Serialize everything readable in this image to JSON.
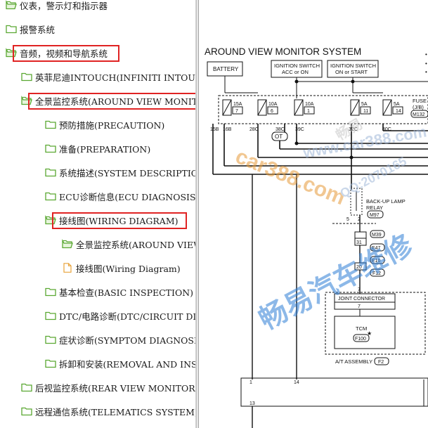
{
  "tree": {
    "items": [
      {
        "label": "仪表，警示灯和指示器",
        "level": 0,
        "icon": "folder-open-icon",
        "highlight": false
      },
      {
        "label": "报警系统",
        "level": 0,
        "icon": "folder-icon",
        "highlight": false
      },
      {
        "label": "音频，视频和导航系统",
        "level": 0,
        "icon": "folder-open-icon",
        "highlight": true
      },
      {
        "label": "英菲尼迪INTOUCH(INFINITI INTOUCH)",
        "level": 1,
        "icon": "folder-icon",
        "highlight": false
      },
      {
        "label": "全景监控系统(AROUND VIEW MONITOR SYSTEM)",
        "level": 1,
        "icon": "folder-open-icon",
        "highlight": true
      },
      {
        "label": "预防措施(PRECAUTION)",
        "level": 2,
        "icon": "folder-icon",
        "highlight": false
      },
      {
        "label": "准备(PREPARATION)",
        "level": 2,
        "icon": "folder-icon",
        "highlight": false
      },
      {
        "label": "系统描述(SYSTEM DESCRIPTION)",
        "level": 2,
        "icon": "folder-icon",
        "highlight": false
      },
      {
        "label": "ECU诊断信息(ECU DIAGNOSIS INFORMATION)",
        "level": 2,
        "icon": "folder-icon",
        "highlight": false
      },
      {
        "label": "接线图(WIRING DIAGRAM)",
        "level": 2,
        "icon": "folder-open-icon",
        "highlight": true
      },
      {
        "label": "全景监控系统(AROUND VIEW MONITOR SYSTEM)",
        "level": 3,
        "icon": "folder-open-icon",
        "highlight": false
      },
      {
        "label": "接线图(Wiring Diagram)",
        "level": 3,
        "icon": "document-icon",
        "highlight": false
      },
      {
        "label": "基本检查(BASIC INSPECTION)",
        "level": 2,
        "icon": "folder-icon",
        "highlight": false
      },
      {
        "label": "DTC/电路诊断(DTC/CIRCUIT DIAGNOSIS)",
        "level": 2,
        "icon": "folder-icon",
        "highlight": false
      },
      {
        "label": "症状诊断(SYMPTOM DIAGNOSIS)",
        "level": 2,
        "icon": "folder-icon",
        "highlight": false
      },
      {
        "label": "拆卸和安装(REMOVAL AND INSTALLATION)",
        "level": 2,
        "icon": "folder-icon",
        "highlight": false
      },
      {
        "label": "后视监控系统(REAR VIEW MONITOR SYSTEM)",
        "level": 1,
        "icon": "folder-icon",
        "highlight": false
      },
      {
        "label": "远程通信系统(TELEMATICS SYSTEM)",
        "level": 1,
        "icon": "folder-icon",
        "highlight": false
      }
    ]
  },
  "diagram": {
    "title": "AROUND VIEW MONITOR SYSTEM",
    "battery": "BATTERY",
    "ign1_line1": "IGNITION SWITCH",
    "ign1_line2": "ACC or ON",
    "ign2_line1": "IGNITION SWITCH",
    "ign2_line2": "ON or START",
    "fuse_label1": "FUSE",
    "fuse_label2": "(J/B)",
    "fuse_conn": "M132",
    "fuses": [
      {
        "amp": "15A",
        "num": "7"
      },
      {
        "amp": "10A",
        "num": "6"
      },
      {
        "amp": "10A",
        "num": "1"
      },
      {
        "amp": "5A",
        "num": "11"
      },
      {
        "amp": "5A",
        "num": "14"
      }
    ],
    "pins_top": [
      "15B",
      "16B",
      "28C",
      "38C",
      "39C",
      "32C",
      "30C"
    ],
    "ot": "OT",
    "relay_line1": "BACK-UP LAMP",
    "relay_line2": "RELAY",
    "relay_conn": "M97",
    "relay_pins": [
      "5",
      "2"
    ],
    "conn_m": "M39",
    "conn_e": "E47",
    "conn_e10": "E10",
    "conn_f12": "F12",
    "pin_31": "31",
    "pin_20": "20",
    "pin_7a": "7",
    "pin_7b": "7",
    "joint": "JOINT CONNECTOR",
    "tcm": "TCM",
    "tcm_conn": "F100",
    "at_assembly": "A/T ASSEMBLY",
    "at_conn": "F2",
    "bottom_pins": [
      "1",
      "14",
      "13"
    ],
    "watermarks": [
      "car388.com",
      "www.car388.com",
      "QQ:2070165",
      "畅易汽车维修",
      "畅易"
    ]
  },
  "colors": {
    "highlight": "#e02323",
    "folder": "#6cbf3f",
    "document": "#e8a33a",
    "watermark": "#2f7fd6",
    "watermark_orange": "#e79b3a"
  }
}
